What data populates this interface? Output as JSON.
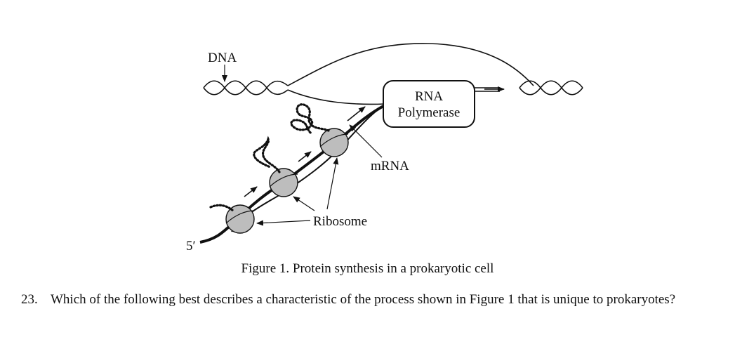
{
  "figure": {
    "labels": {
      "dna": "DNA",
      "rna_polymerase_line1": "RNA",
      "rna_polymerase_line2": "Polymerase",
      "mrna": "mRNA",
      "ribosome": "Ribosome",
      "five_prime": "5′"
    },
    "caption": "Figure 1. Protein synthesis in a prokaryotic cell"
  },
  "question": {
    "number": "23.",
    "text": "Which of the following best describes a characteristic of the process shown in Figure 1 that is unique to prokaryotes?"
  }
}
